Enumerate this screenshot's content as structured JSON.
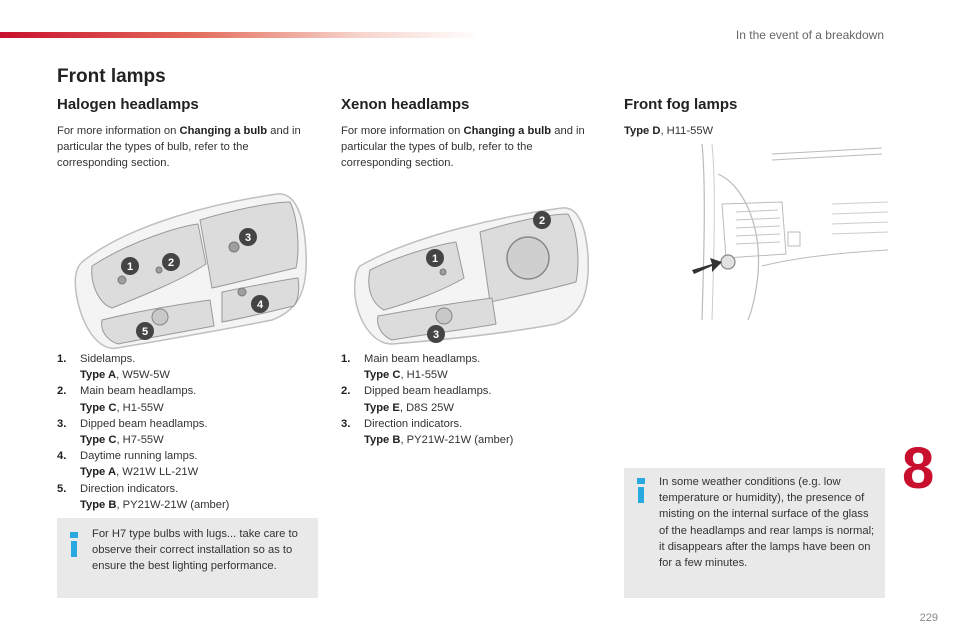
{
  "header": {
    "section": "In the event of a breakdown"
  },
  "page": {
    "title": "Front lamps",
    "number": "229",
    "chapter": "8"
  },
  "halogen": {
    "heading": "Halogen headlamps",
    "intro_pre": "For more information on ",
    "intro_bold": "Changing a bulb",
    "intro_post": " and in particular the types of bulb, refer to the corresponding section.",
    "callouts": [
      "1",
      "2",
      "3",
      "4",
      "5"
    ],
    "items": [
      {
        "num": "1.",
        "name": "Sidelamps.",
        "type_label": "Type A",
        "type_value": ", W5W-5W"
      },
      {
        "num": "2.",
        "name": "Main beam headlamps.",
        "type_label": "Type C",
        "type_value": ", H1-55W"
      },
      {
        "num": "3.",
        "name": "Dipped beam headlamps.",
        "type_label": "Type C",
        "type_value": ", H7-55W"
      },
      {
        "num": "4.",
        "name": "Daytime running lamps.",
        "type_label": "Type A",
        "type_value": ", W21W LL-21W"
      },
      {
        "num": "5.",
        "name": "Direction indicators.",
        "type_label": "Type B",
        "type_value": ", PY21W-21W (amber)"
      }
    ],
    "note": "For H7 type bulbs with lugs... take care to observe their correct installation so as to ensure the best lighting performance."
  },
  "xenon": {
    "heading": "Xenon headlamps",
    "intro_pre": "For more information on ",
    "intro_bold": "Changing a bulb",
    "intro_post": " and in particular the types of bulb, refer to the corresponding section.",
    "callouts": [
      "1",
      "2",
      "3"
    ],
    "items": [
      {
        "num": "1.",
        "name": "Main beam headlamps.",
        "type_label": "Type C",
        "type_value": ", H1-55W"
      },
      {
        "num": "2.",
        "name": "Dipped beam headlamps.",
        "type_label": "Type E",
        "type_value": ", D8S 25W"
      },
      {
        "num": "3.",
        "name": "Direction indicators.",
        "type_label": "Type B",
        "type_value": ", PY21W-21W (amber)"
      }
    ]
  },
  "fog": {
    "heading": "Front fog lamps",
    "type_label": "Type D",
    "type_value": ", H11-55W",
    "note": "In some weather conditions (e.g. low temperature or humidity), the presence of misting on the internal surface of the glass of the headlamps and rear lamps is normal; it disappears after the lamps have been on for a few minutes."
  },
  "colors": {
    "accent": "#c8102e",
    "info": "#2aa8e0",
    "note_bg": "#e9e9e9"
  },
  "icons": {
    "info": "info-icon"
  }
}
